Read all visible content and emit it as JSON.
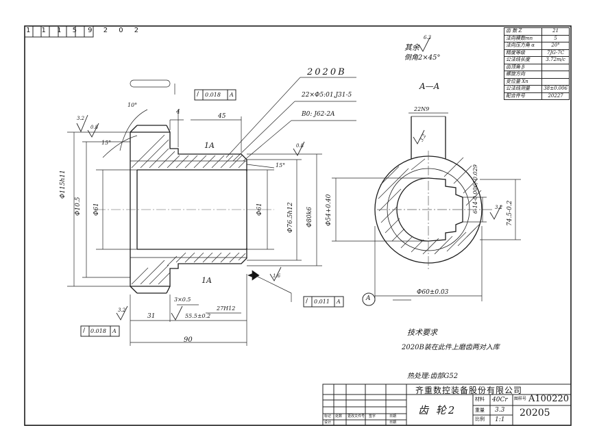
{
  "drawing": {
    "corner_code": "1 1 1 5 9 2 0 2",
    "corner_cells": [
      "1",
      "1",
      "1",
      "5",
      "9",
      "2",
      "0",
      "2"
    ],
    "part_no_label": "2020B",
    "leader_note_1": "22×Φ5:01,J31-5",
    "leader_note_2": "B0: J62-2A",
    "surface_note": "其余",
    "surface_note_val": "6.3",
    "chamfer_note": "倒角2×45°",
    "section_label": "A—A",
    "keyway_width": "22N9",
    "keyway_rough": "3.2",
    "dims": {
      "angle_10": "10°",
      "angle_15_left": "15°",
      "angle_15_right": "15°",
      "d_4": "4",
      "d_45": "45",
      "d_1A_top": "1A",
      "d_1A_bot": "1A",
      "rough_32_left": "3.2",
      "rough_08_left": "0.8",
      "rough_08_right": "0.8",
      "phi_115": "Φ115h11",
      "phi_105": "Φ10.5",
      "phi_61": "Φ61",
      "phi_61r": "Φ61",
      "phi_765": "Φ76.5h12",
      "phi_80": "Φ80k6",
      "phi_54": "Φ54+0.40",
      "spline": "6-14-0.006/-0.029",
      "d_745": "74.5-0.2",
      "rough_32_sec": "3.2",
      "d_60": "Φ60±0.03",
      "d_3x05": "3×0.5",
      "d_31": "31",
      "d_555": "55.5±0.2",
      "d_27": "27H12",
      "d_90": "90",
      "rough_small": "1.6",
      "rough_small2": "3.2",
      "datum_A": "A"
    },
    "tolerance_frames": [
      {
        "sym": "/",
        "val": "0.018",
        "ref": "A"
      },
      {
        "sym": "/",
        "val": "0.011",
        "ref": "A"
      },
      {
        "sym": "/",
        "val": "0.018",
        "ref": "A"
      }
    ],
    "tech_req_title": "技术要求",
    "tech_req_text": "2020B装在此件上磨齿两对入库",
    "heat_note": "热处理:齿部G52"
  },
  "params": [
    {
      "label": "齿  数  Z",
      "value": "21"
    },
    {
      "label": "法向模数mn",
      "value": "5"
    },
    {
      "label": "法向压力角 α",
      "value": "20°"
    },
    {
      "label": "精度等级",
      "value": "7JG-7C"
    },
    {
      "label": "公法线长度",
      "value": "3.72m/c"
    },
    {
      "label": "齿顶角  β",
      "value": ""
    },
    {
      "label": "螺旋方向",
      "value": ""
    },
    {
      "label": "变位量  Xn",
      "value": ""
    },
    {
      "label": "公法线测量",
      "value": "38±0.006"
    },
    {
      "label": "配合件号",
      "value": "20227"
    }
  ],
  "title_block": {
    "company": "齐重数控装备股份有限公司",
    "part_name": "齿 轮2",
    "material_label": "材料",
    "material": "40Cr",
    "code_label": "图样号",
    "drawing_no": "A100220",
    "drawing_no_2": "20205",
    "weight_label": "重量",
    "weight": "3.3",
    "scale_label": "比例",
    "scale": "1:1",
    "row_labels": [
      "标记",
      "处数",
      "更改文件号",
      "签字",
      "日期"
    ],
    "row2_labels": [
      "设计",
      "",
      "日期"
    ]
  }
}
